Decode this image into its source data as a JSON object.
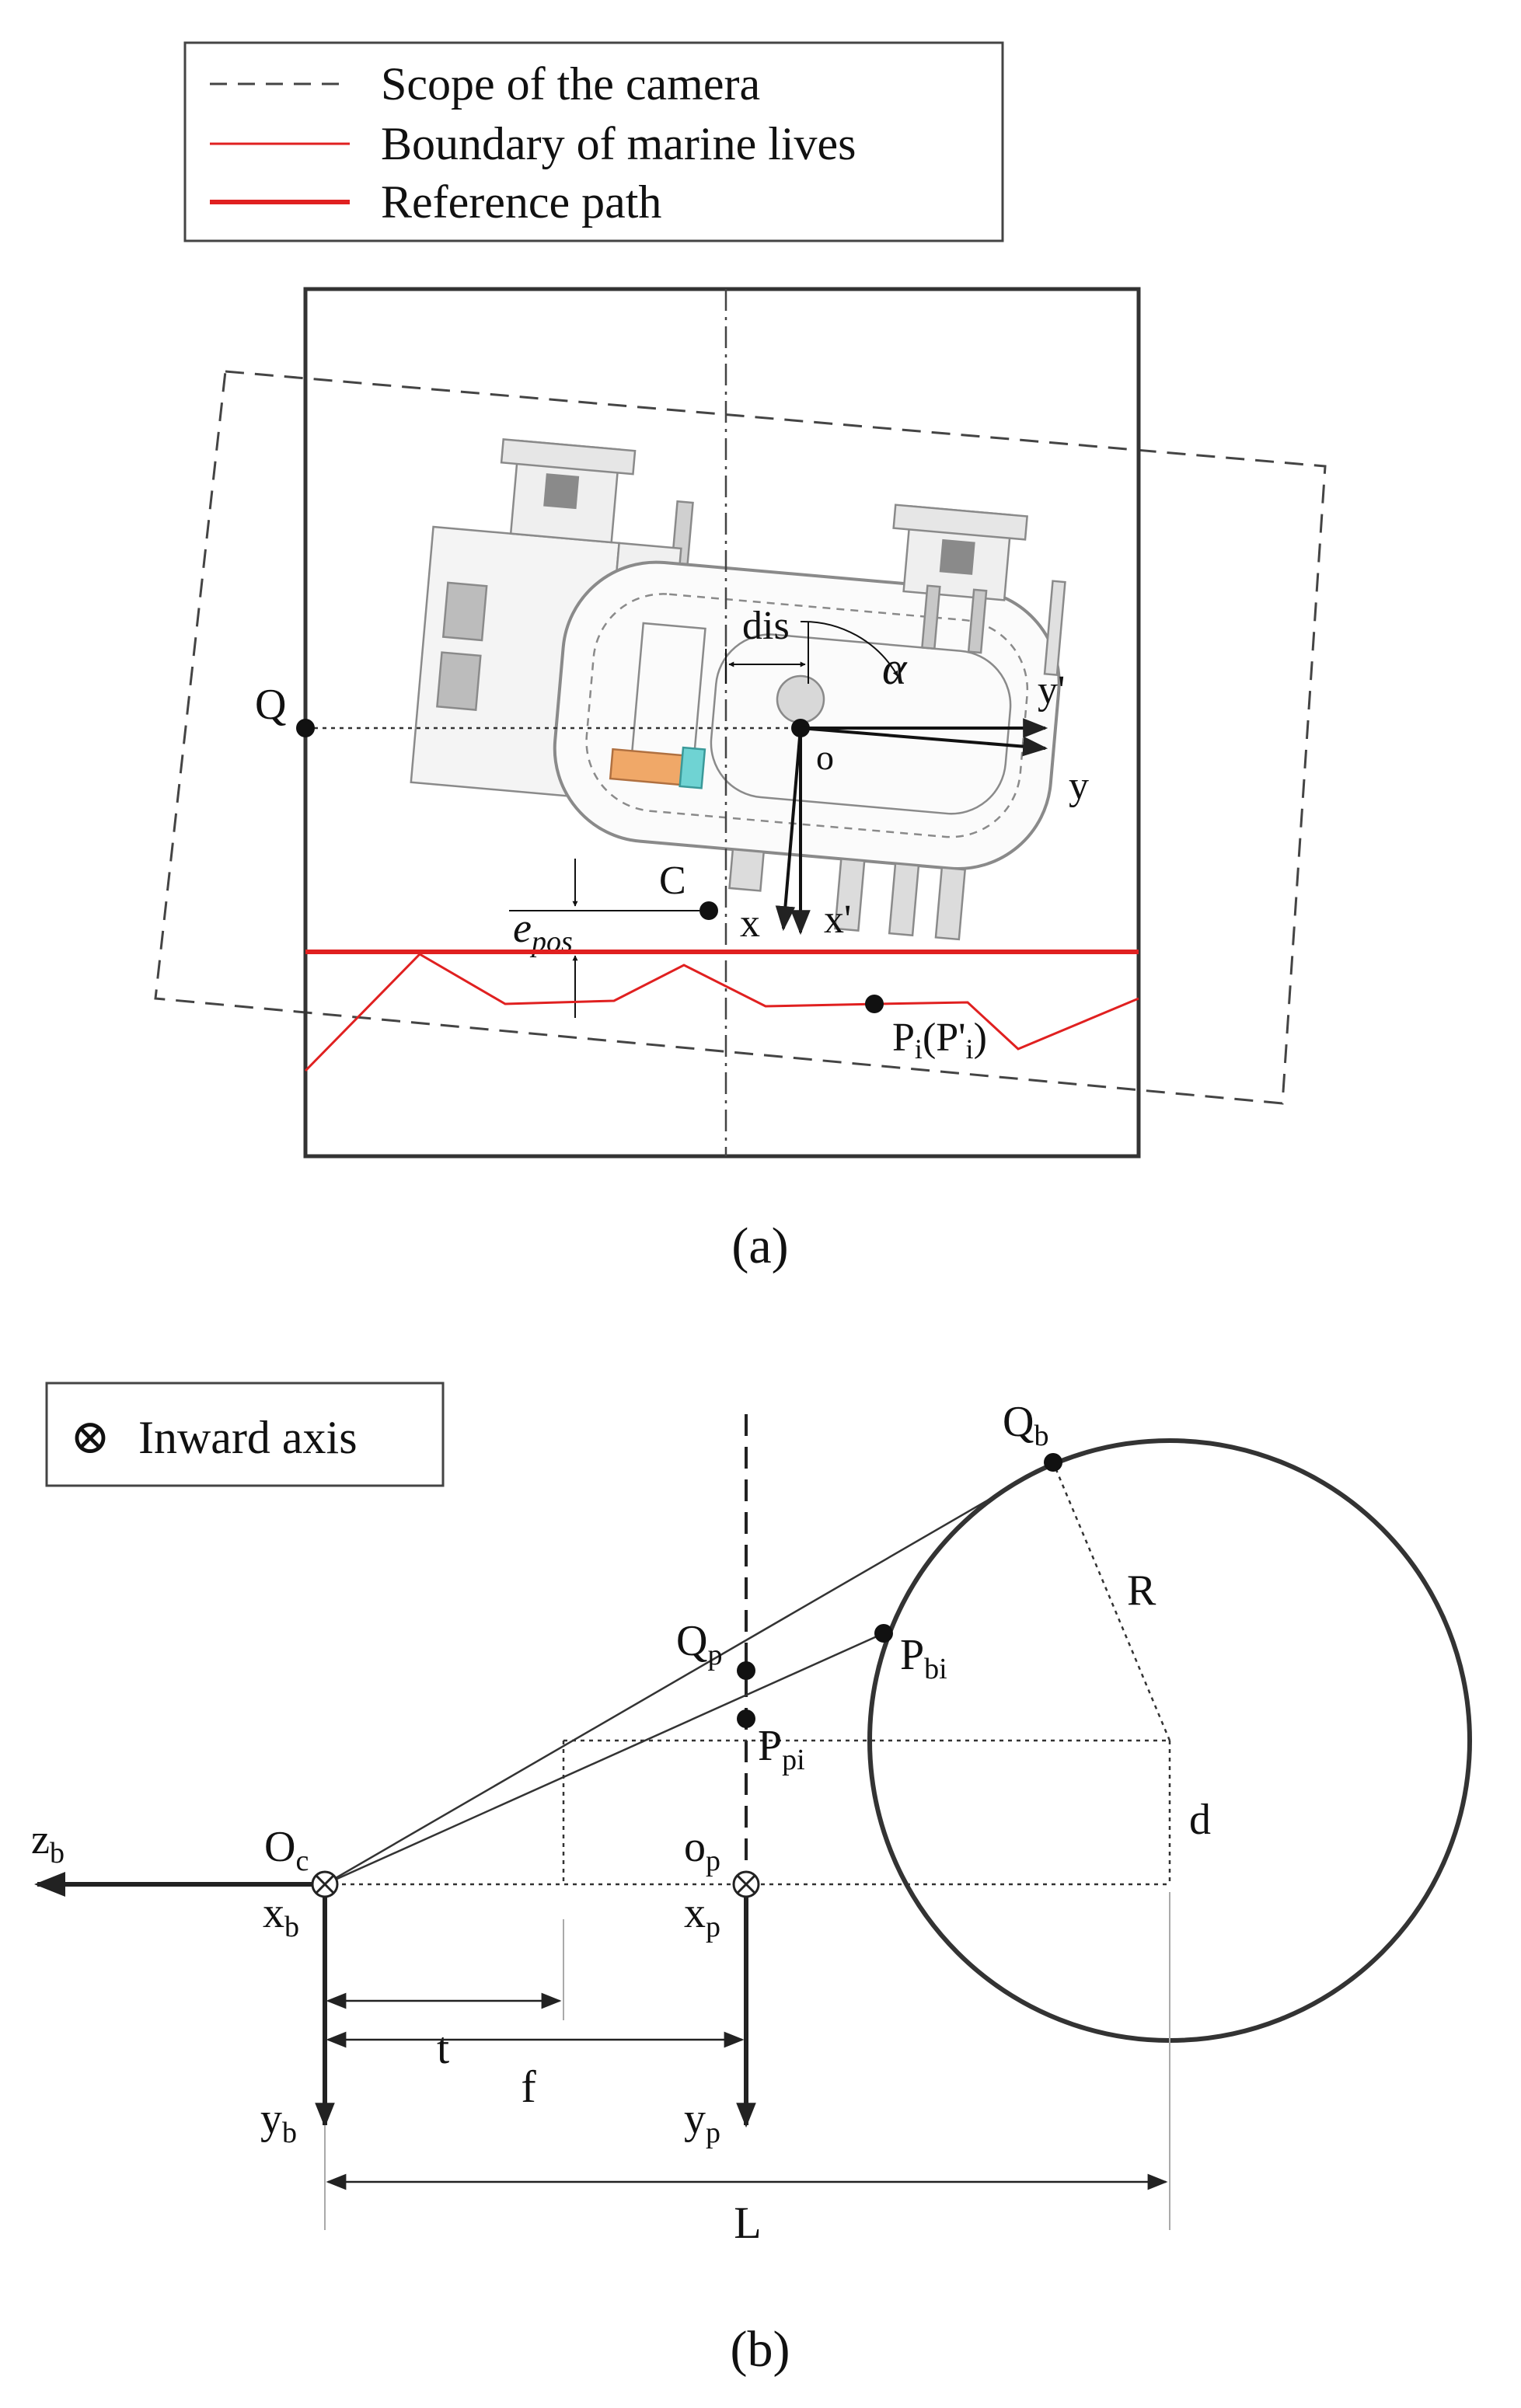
{
  "legend_a": {
    "items": [
      {
        "style": "dashed",
        "label": "Scope of the camera",
        "color": "#444444"
      },
      {
        "style": "thin-red",
        "label": "Boundary of marine lives",
        "color": "#e02020"
      },
      {
        "style": "thick-red",
        "label": "Reference path",
        "color": "#e02020"
      }
    ]
  },
  "panel_a": {
    "caption": "(a)",
    "labels": {
      "Q": "Q",
      "o": "o",
      "dis": "dis",
      "alpha": "α",
      "y_prime": "y'",
      "y": "y",
      "C": "C",
      "x": "x",
      "x_prime": "x'",
      "e": "e",
      "e_sub": "pos",
      "Pi": "P",
      "Pi_sub": "i",
      "Pi_paren": "(P'",
      "Pi_sub2": "i",
      "Pi_close": ")"
    }
  },
  "legend_b": {
    "symbol": "⊗",
    "label": "Inward axis"
  },
  "panel_b": {
    "caption": "(b)",
    "labels": {
      "Qb": "Q",
      "Qb_sub": "b",
      "R": "R",
      "Qp": "Q",
      "Qp_sub": "p",
      "Pbi": "P",
      "Pbi_sub": "bi",
      "Ppi": "P",
      "Ppi_sub": "pi",
      "d": "d",
      "zb": "z",
      "zb_sub": "b",
      "Oc": "O",
      "Oc_sub": "c",
      "op": "o",
      "op_sub": "p",
      "xb": "x",
      "xb_sub": "b",
      "xp": "x",
      "xp_sub": "p",
      "t": "t",
      "f": "f",
      "yb": "y",
      "yb_sub": "b",
      "yp": "y",
      "yp_sub": "p",
      "L": "L"
    }
  },
  "colors": {
    "red": "#e02020",
    "ink": "#222222",
    "gray": "#555555",
    "robot": "#9a9a9a",
    "orange": "#f0a868",
    "cyan": "#6fd3d3"
  }
}
